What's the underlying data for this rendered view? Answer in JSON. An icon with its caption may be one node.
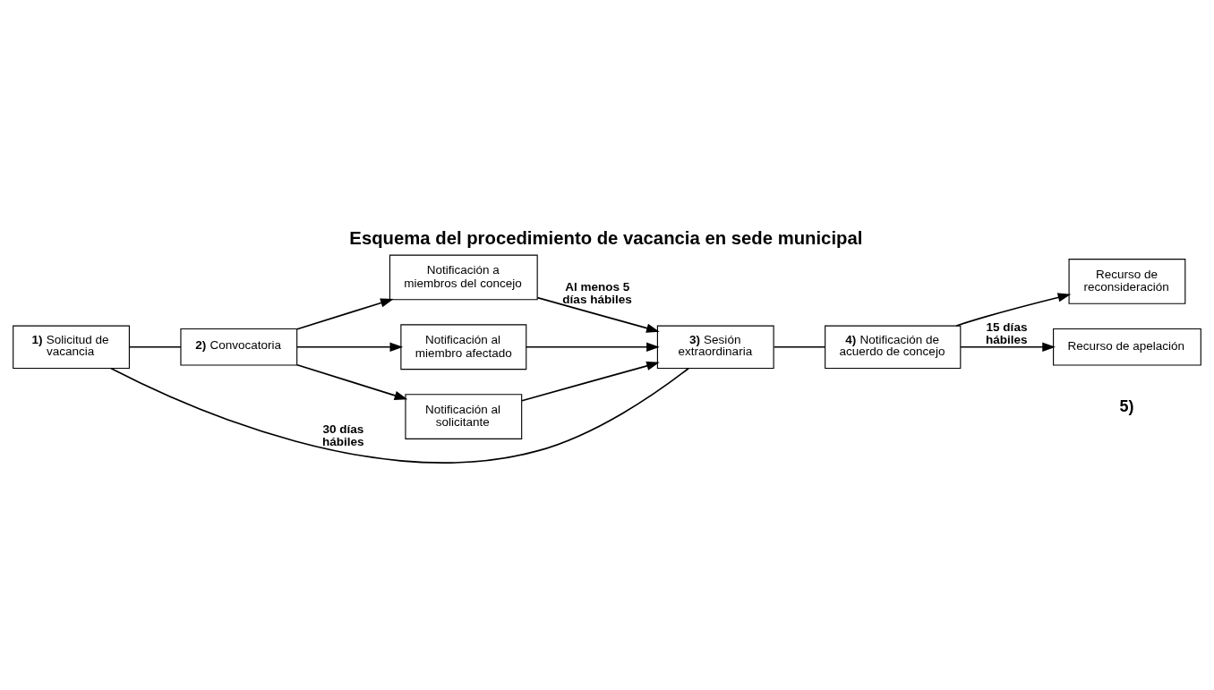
{
  "diagram": {
    "title": "Esquema del procedimiento de vacancia en sede municipal",
    "nodes": [
      {
        "text": [
          "**1)** Solicitud de vacancia"
        ]
      },
      {
        "text": [
          "**2)** Convocatoria"
        ]
      },
      {
        "text": [
          "Notificación a miembros del concejo"
        ]
      },
      {
        "text": [
          "Notificación al miembro afectado"
        ]
      },
      {
        "text": [
          "Notificación al solicitante"
        ]
      },
      {
        "text": [
          "**3)** Sesión extraordinaria"
        ]
      },
      {
        "text": [
          "**4)** Notificación de acuerdo de concejo"
        ]
      },
      {
        "text": [
          "Recurso de reconsideración"
        ]
      },
      {
        "text": [
          "Recurso de apelación"
        ]
      }
    ],
    "edges": [
      {
        "from": 0,
        "to": 5,
        "arrow": "none",
        "label": "30 días hábiles"
      },
      {
        "from": 0,
        "to": 1,
        "arrow": "none"
      },
      {
        "from": 1,
        "to": 2,
        "arrow": "to"
      },
      {
        "from": 1,
        "to": 3,
        "arrow": "to"
      },
      {
        "from": 1,
        "to": 4,
        "arrow": "to"
      },
      {
        "from": 2,
        "to": 5,
        "arrow": "to",
        "label": "Al menos 5 días hábiles"
      },
      {
        "from": 3,
        "to": 5,
        "arrow": "to"
      },
      {
        "from": 4,
        "to": 5,
        "arrow": "to"
      },
      {
        "from": 5,
        "to": 6,
        "arrow": "none"
      },
      {
        "from": 6,
        "to": 7,
        "arrow": "to"
      },
      {
        "from": 6,
        "to": 8,
        "arrow": "to",
        "label": "15 días hábiles"
      }
    ],
    "labels": [
      "5)"
    ]
  }
}
